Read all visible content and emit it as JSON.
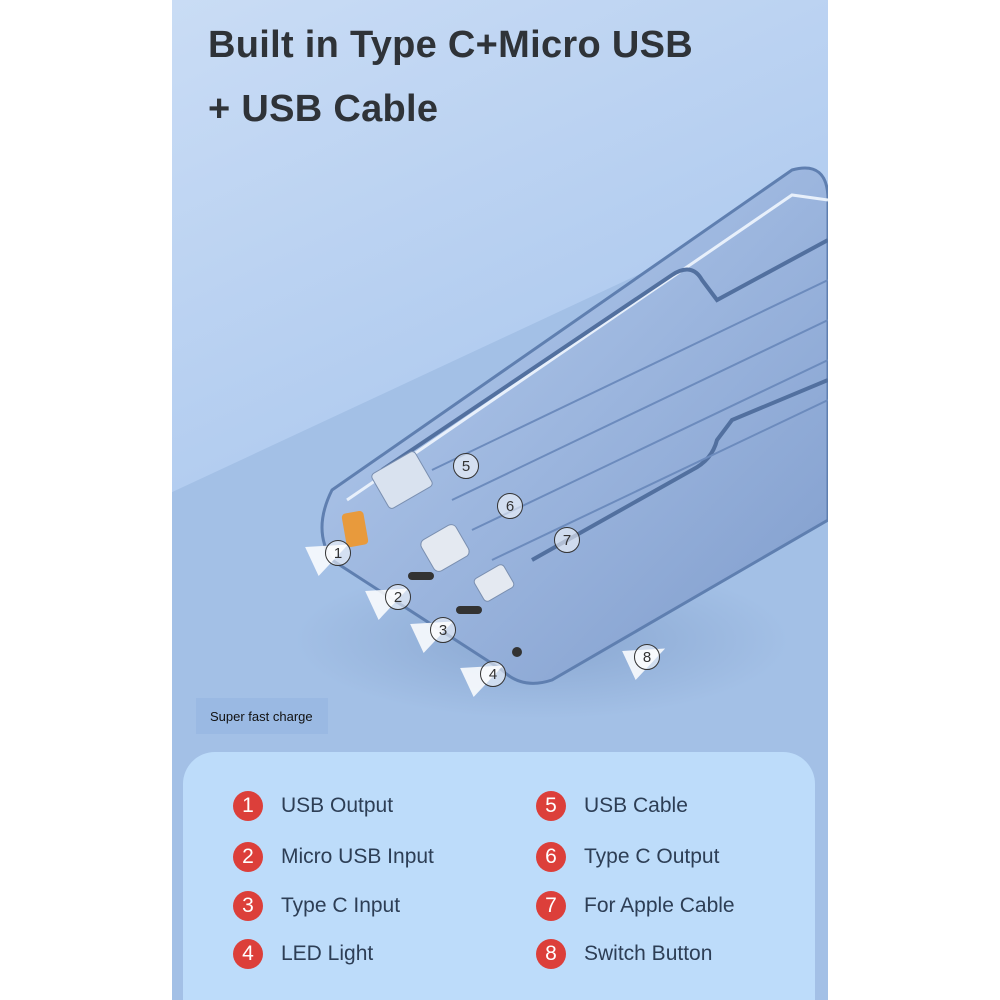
{
  "title": {
    "line1": "Built in Type C+Micro USB",
    "line2": "+ USB Cable"
  },
  "callouts": [
    "1",
    "2",
    "3",
    "4",
    "5",
    "6",
    "7",
    "8"
  ],
  "tag": "Super fast charge",
  "legend": [
    {
      "num": "1",
      "label": "USB Output"
    },
    {
      "num": "2",
      "label": "Micro USB Input"
    },
    {
      "num": "3",
      "label": "Type C Input"
    },
    {
      "num": "4",
      "label": "LED Light"
    },
    {
      "num": "5",
      "label": "USB Cable"
    },
    {
      "num": "6",
      "label": "Type C Output"
    },
    {
      "num": "7",
      "label": "For Apple Cable"
    },
    {
      "num": "8",
      "label": "Switch Button"
    }
  ],
  "colors": {
    "background": "#a3c0e6",
    "legend_bg": "#bddcfa",
    "bubble": "#dc3f3a"
  }
}
